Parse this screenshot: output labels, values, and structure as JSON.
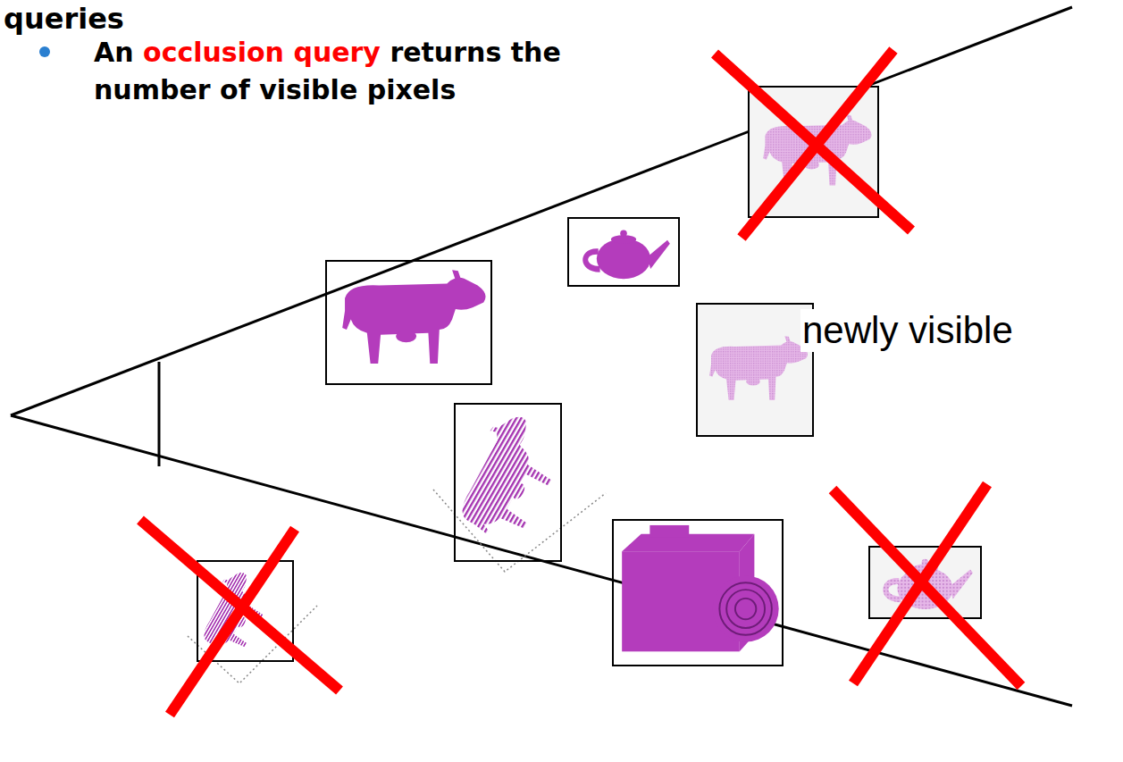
{
  "diagram": {
    "title": "queries",
    "labels": [
      "An",
      "occlusion query",
      "returns the number of visible pixels",
      "newly visible"
    ]
  }
}
